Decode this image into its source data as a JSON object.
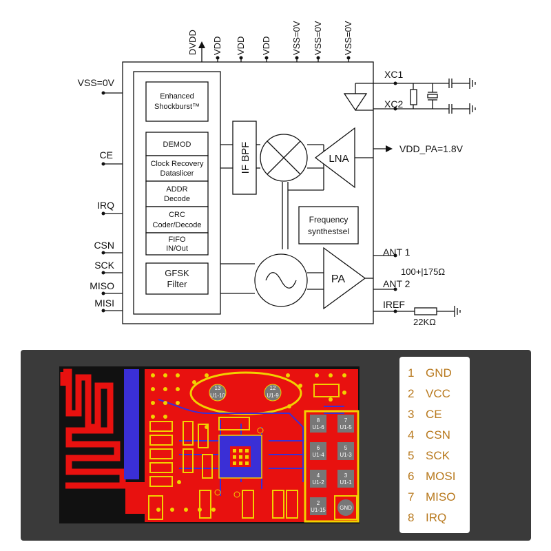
{
  "schematic": {
    "top_pins": [
      "DVDD",
      "VDD",
      "VDD",
      "VDD",
      "VSS=0V",
      "VSS=0V",
      "VSS=0V"
    ],
    "left_pins": [
      "VSS=0V",
      "CE",
      "IRQ",
      "CSN",
      "SCK",
      "MISO",
      "MISI"
    ],
    "right_labels": {
      "xc1": "XC1",
      "xc2": "XC2",
      "vdd_pa": "VDD_PA=1.8V",
      "ant1": "ANT 1",
      "impedance": "100+|175Ω",
      "ant2": "ANT 2",
      "iref": "IREF",
      "resistor": "22KΩ"
    },
    "blocks": {
      "shockburst_line1": "Enhanced",
      "shockburst_line2": "Shockburst™",
      "demod": "DEMOD",
      "clock_line1": "Clock Recovery",
      "clock_line2": "Dataslicer",
      "addr_line1": "ADDR",
      "addr_line2": "Decode",
      "crc_line1": "CRC",
      "crc_line2": "Coder/Decode",
      "fifo_line1": "FIFO",
      "fifo_line2": "IN/Out",
      "gfsk_line1": "GFSK",
      "gfsk_line2": "Filter",
      "if_bpf": "IF BPF",
      "lna": "LNA",
      "pa": "PA",
      "freq_line1": "Frequency",
      "freq_line2": "synthestsel"
    }
  },
  "pcb": {
    "pads": [
      {
        "num": "8",
        "label": "U1-6"
      },
      {
        "num": "7",
        "label": "U1-5"
      },
      {
        "num": "6",
        "label": "U1-4"
      },
      {
        "num": "5",
        "label": "U1-3"
      },
      {
        "num": "4",
        "label": "U1-2"
      },
      {
        "num": "3",
        "label": "U1-1"
      },
      {
        "num": "2",
        "label": "U1-15"
      },
      {
        "num": "",
        "label": "GND"
      }
    ],
    "test_points": [
      {
        "num": "13",
        "label": "U1-10"
      },
      {
        "num": "12",
        "label": "U1-9"
      }
    ]
  },
  "pinout": [
    {
      "num": "1",
      "name": "GND"
    },
    {
      "num": "2",
      "name": "VCC"
    },
    {
      "num": "3",
      "name": "CE"
    },
    {
      "num": "4",
      "name": "CSN"
    },
    {
      "num": "5",
      "name": "SCK"
    },
    {
      "num": "6",
      "name": "MOSI"
    },
    {
      "num": "7",
      "name": "MISO"
    },
    {
      "num": "8",
      "name": "IRQ"
    }
  ],
  "colors": {
    "board_bg": "#3a3a3a",
    "pcb_red": "#e8110f",
    "trace_blue": "#3a2fd6",
    "silk_yellow": "#f2d100",
    "pinout_text": "#b8791e",
    "pinout_bg": "#ffffff"
  }
}
